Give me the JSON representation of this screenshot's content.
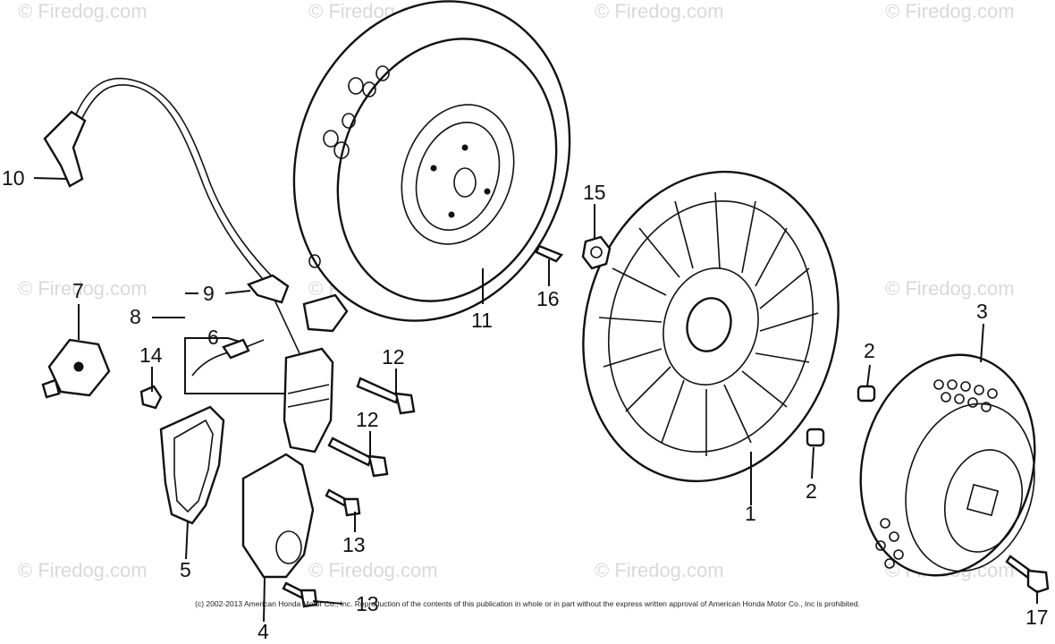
{
  "watermark": "© Firedog.com",
  "copyright": "(c) 2002-2013 American Honda Motor Co., Inc. Reproduction of the contents of this publication in whole or in part without the express written approval of American Honda Motor Co., Inc is prohibited.",
  "callouts": {
    "c1": "1",
    "c2a": "2",
    "c2b": "2",
    "c3": "3",
    "c4": "4",
    "c5": "5",
    "c6": "6",
    "c7": "7",
    "c8": "8",
    "c9": "9",
    "c10": "10",
    "c11": "11",
    "c12a": "12",
    "c12b": "12",
    "c13a": "13",
    "c13b": "13",
    "c14": "14",
    "c15": "15",
    "c16": "16",
    "c17": "17"
  }
}
